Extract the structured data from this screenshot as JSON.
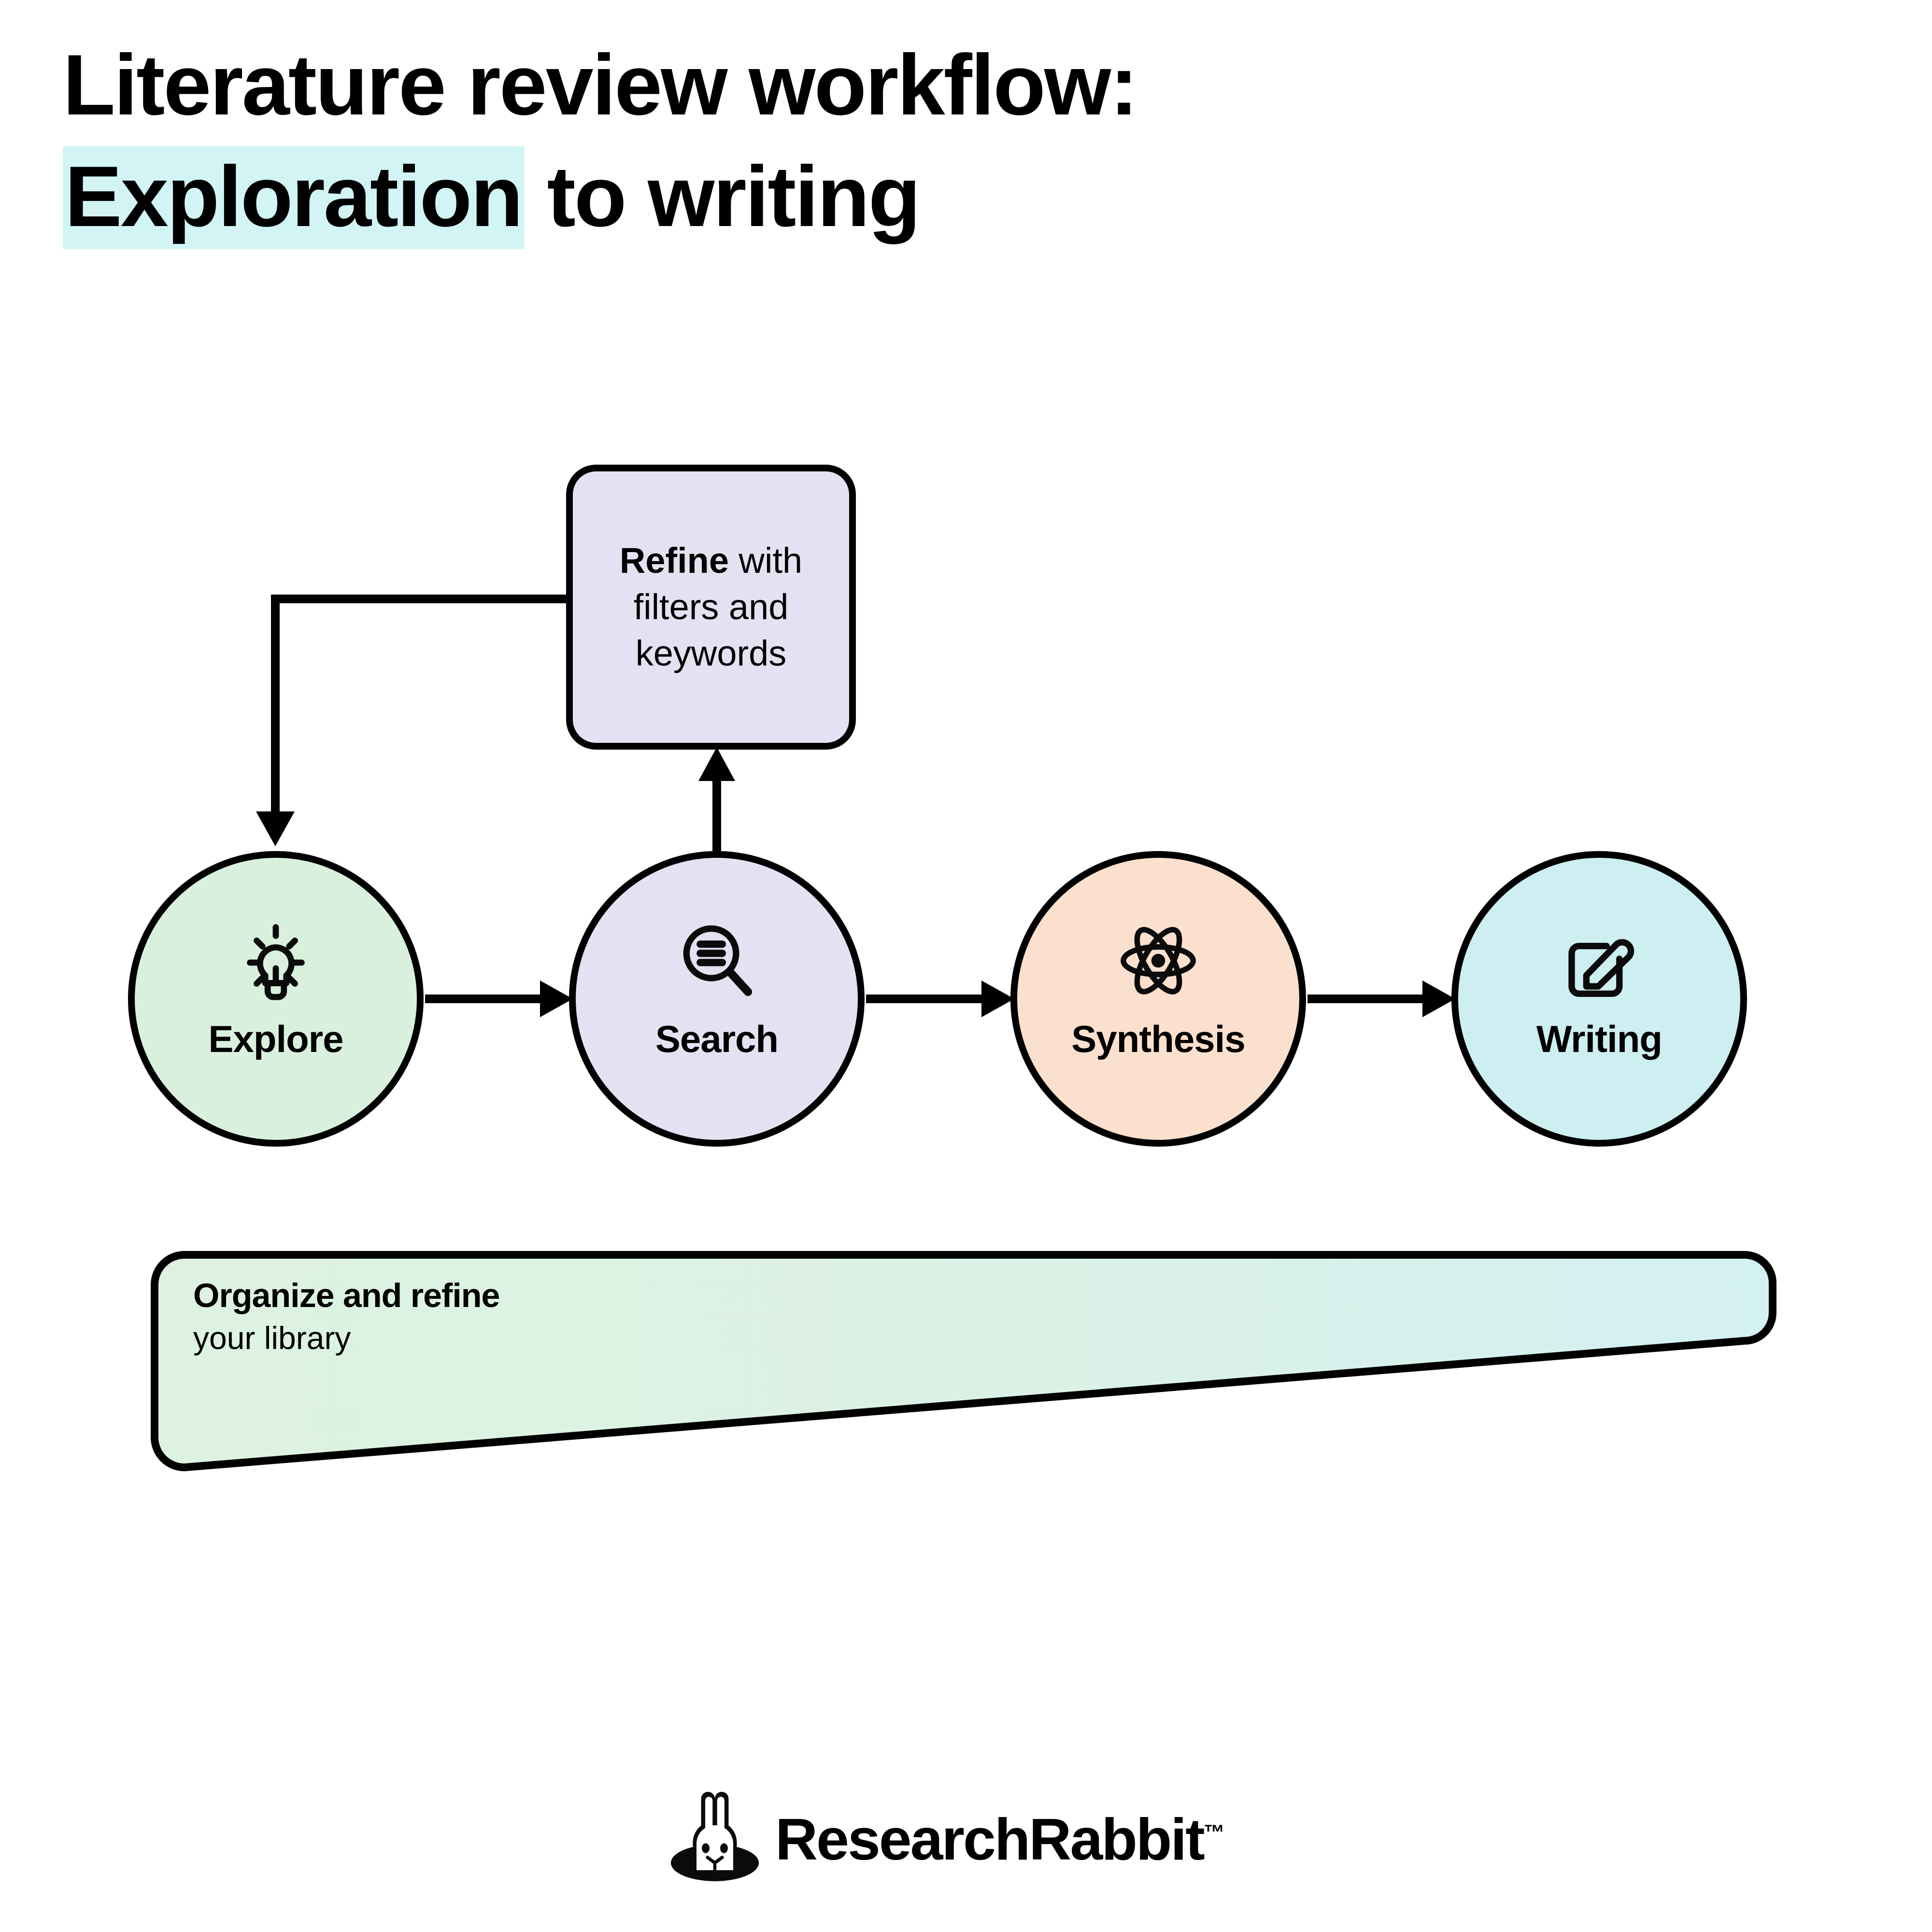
{
  "title": {
    "line1": "Literature review workflow:",
    "line2_highlight": "Exploration",
    "line2_rest": " to writing",
    "highlight_color": "#d2f4f4"
  },
  "refine_box": {
    "bold_word": "Refine",
    "rest_line1": " with",
    "line2": "filters and",
    "line3": "keywords",
    "fill_color": "#e3e2f2",
    "icon": "none"
  },
  "steps": [
    {
      "id": "explore",
      "label": "Explore",
      "icon": "lightbulb-icon",
      "fill_color": "#d9f1dc"
    },
    {
      "id": "search",
      "label": "Search",
      "icon": "magnifier-list-icon",
      "fill_color": "#e3e2f2"
    },
    {
      "id": "synthesis",
      "label": "Synthesis",
      "icon": "atom-icon",
      "fill_color": "#fae0cd"
    },
    {
      "id": "writing",
      "label": "Writing",
      "icon": "pencil-square-icon",
      "fill_color": "#ceeff2"
    }
  ],
  "connectors": [
    {
      "from": "explore",
      "to": "search",
      "type": "arrow-right"
    },
    {
      "from": "search",
      "to": "synthesis",
      "type": "arrow-right"
    },
    {
      "from": "synthesis",
      "to": "writing",
      "type": "arrow-right"
    },
    {
      "from": "search",
      "to": "refine",
      "type": "arrow-up"
    },
    {
      "from": "refine",
      "to": "explore",
      "type": "feedback-loop-down"
    }
  ],
  "funnel": {
    "title": "Organize and refine",
    "subtitle": "your library",
    "gradient_start": "#ddf2e0",
    "gradient_end": "#d3f0f2"
  },
  "logo": {
    "wordmark": "ResearchRabbit",
    "trademark": "™",
    "mark": "rabbit-in-hole-icon"
  },
  "chart_data": {
    "type": "diagram",
    "title": "Literature review workflow: Exploration to writing",
    "nodes": [
      {
        "name": "Explore",
        "shape": "circle",
        "color": "#d9f1dc",
        "icon": "lightbulb"
      },
      {
        "name": "Search",
        "shape": "circle",
        "color": "#e3e2f2",
        "icon": "magnifier"
      },
      {
        "name": "Synthesis",
        "shape": "circle",
        "color": "#fae0cd",
        "icon": "atom"
      },
      {
        "name": "Writing",
        "shape": "circle",
        "color": "#ceeff2",
        "icon": "pencil"
      },
      {
        "name": "Refine with filters and keywords",
        "shape": "rounded-rect",
        "color": "#e3e2f2"
      },
      {
        "name": "Organize and refine your library",
        "shape": "tapered-wedge",
        "color": "#ddf2e0 to #d3f0f2"
      }
    ],
    "edges": [
      {
        "from": "Explore",
        "to": "Search"
      },
      {
        "from": "Search",
        "to": "Synthesis"
      },
      {
        "from": "Synthesis",
        "to": "Writing"
      },
      {
        "from": "Search",
        "to": "Refine with filters and keywords"
      },
      {
        "from": "Refine with filters and keywords",
        "to": "Explore"
      }
    ]
  }
}
